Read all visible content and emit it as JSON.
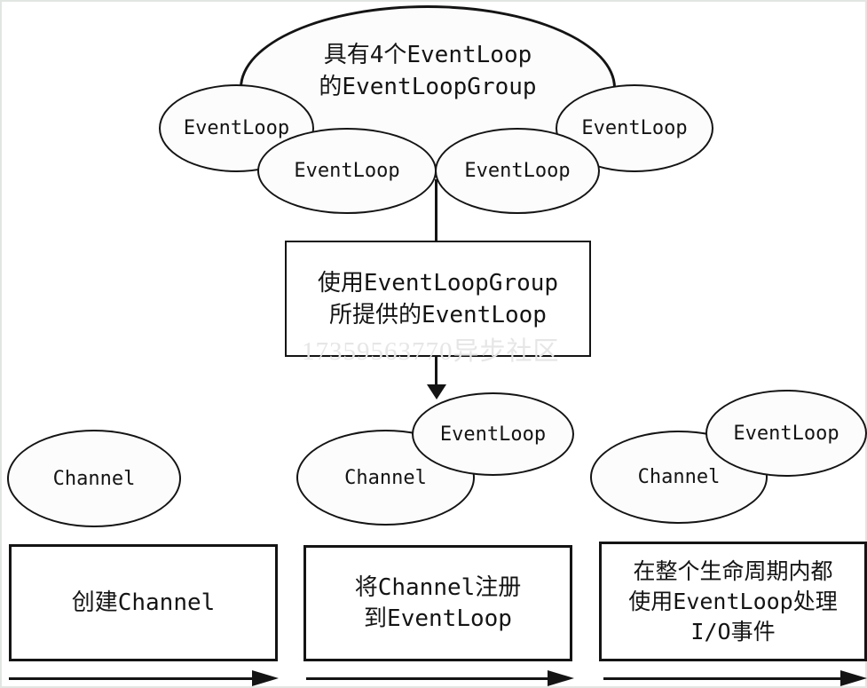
{
  "title_ellipse": {
    "line1": "具有4个EventLoop",
    "line2": "的EventLoopGroup"
  },
  "top_event_loops": {
    "left": "EventLoop",
    "mid_left": "EventLoop",
    "mid_right": "EventLoop",
    "right": "EventLoop"
  },
  "process_box": {
    "line1": "使用EventLoopGroup",
    "line2": "所提供的EventLoop"
  },
  "watermark": "17359563770异步社区",
  "stage1": {
    "channel": "Channel",
    "box_line1": "创建Channel"
  },
  "stage2": {
    "channel": "Channel",
    "event_loop": "EventLoop",
    "box_line1": "将Channel注册",
    "box_line2": "到EventLoop"
  },
  "stage3": {
    "channel": "Channel",
    "event_loop": "EventLoop",
    "box_line1": "在整个生命周期内都",
    "box_line2": "使用EventLoop处理",
    "box_line3": "I/O事件"
  },
  "colors": {
    "stroke": "#141414",
    "ellipse_fill": "#fcfcfc",
    "watermark_gray": "#e6e6e6",
    "frame_border": "#e2e6e2"
  }
}
